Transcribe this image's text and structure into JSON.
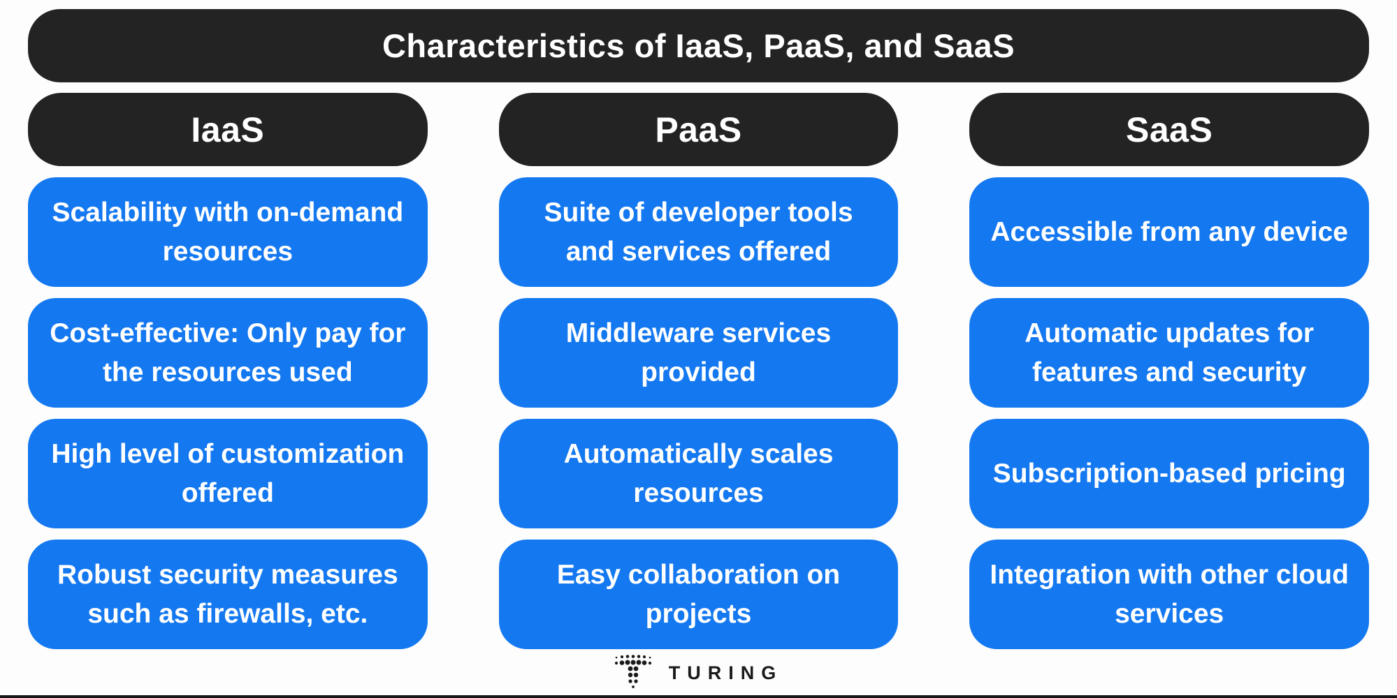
{
  "title": "Characteristics of IaaS, PaaS, and SaaS",
  "colors": {
    "page_bg": "#FDFDFD",
    "pill_bg": "#232323",
    "card_bg": "#1478F0",
    "card_text": "#FFFFFF",
    "logo_ink": "#1A1A1A",
    "bottom_line": "#161616"
  },
  "columns": [
    {
      "header": "IaaS",
      "cards": [
        "Scalability with on-demand resources",
        "Cost-effective: Only pay for the resources used",
        "High level of customization offered",
        "Robust security measures such as firewalls, etc."
      ]
    },
    {
      "header": "PaaS",
      "cards": [
        "Suite of developer tools and services offered",
        "Middleware services provided",
        "Automatically scales resources",
        "Easy collaboration on projects"
      ]
    },
    {
      "header": "SaaS",
      "cards": [
        "Accessible from any device",
        "Automatic updates for features and security",
        "Subscription-based pricing",
        "Integration with other cloud services"
      ]
    }
  ],
  "footer": {
    "logo_text": "TURING",
    "logo_icon": "turing-dotted-t-icon"
  }
}
